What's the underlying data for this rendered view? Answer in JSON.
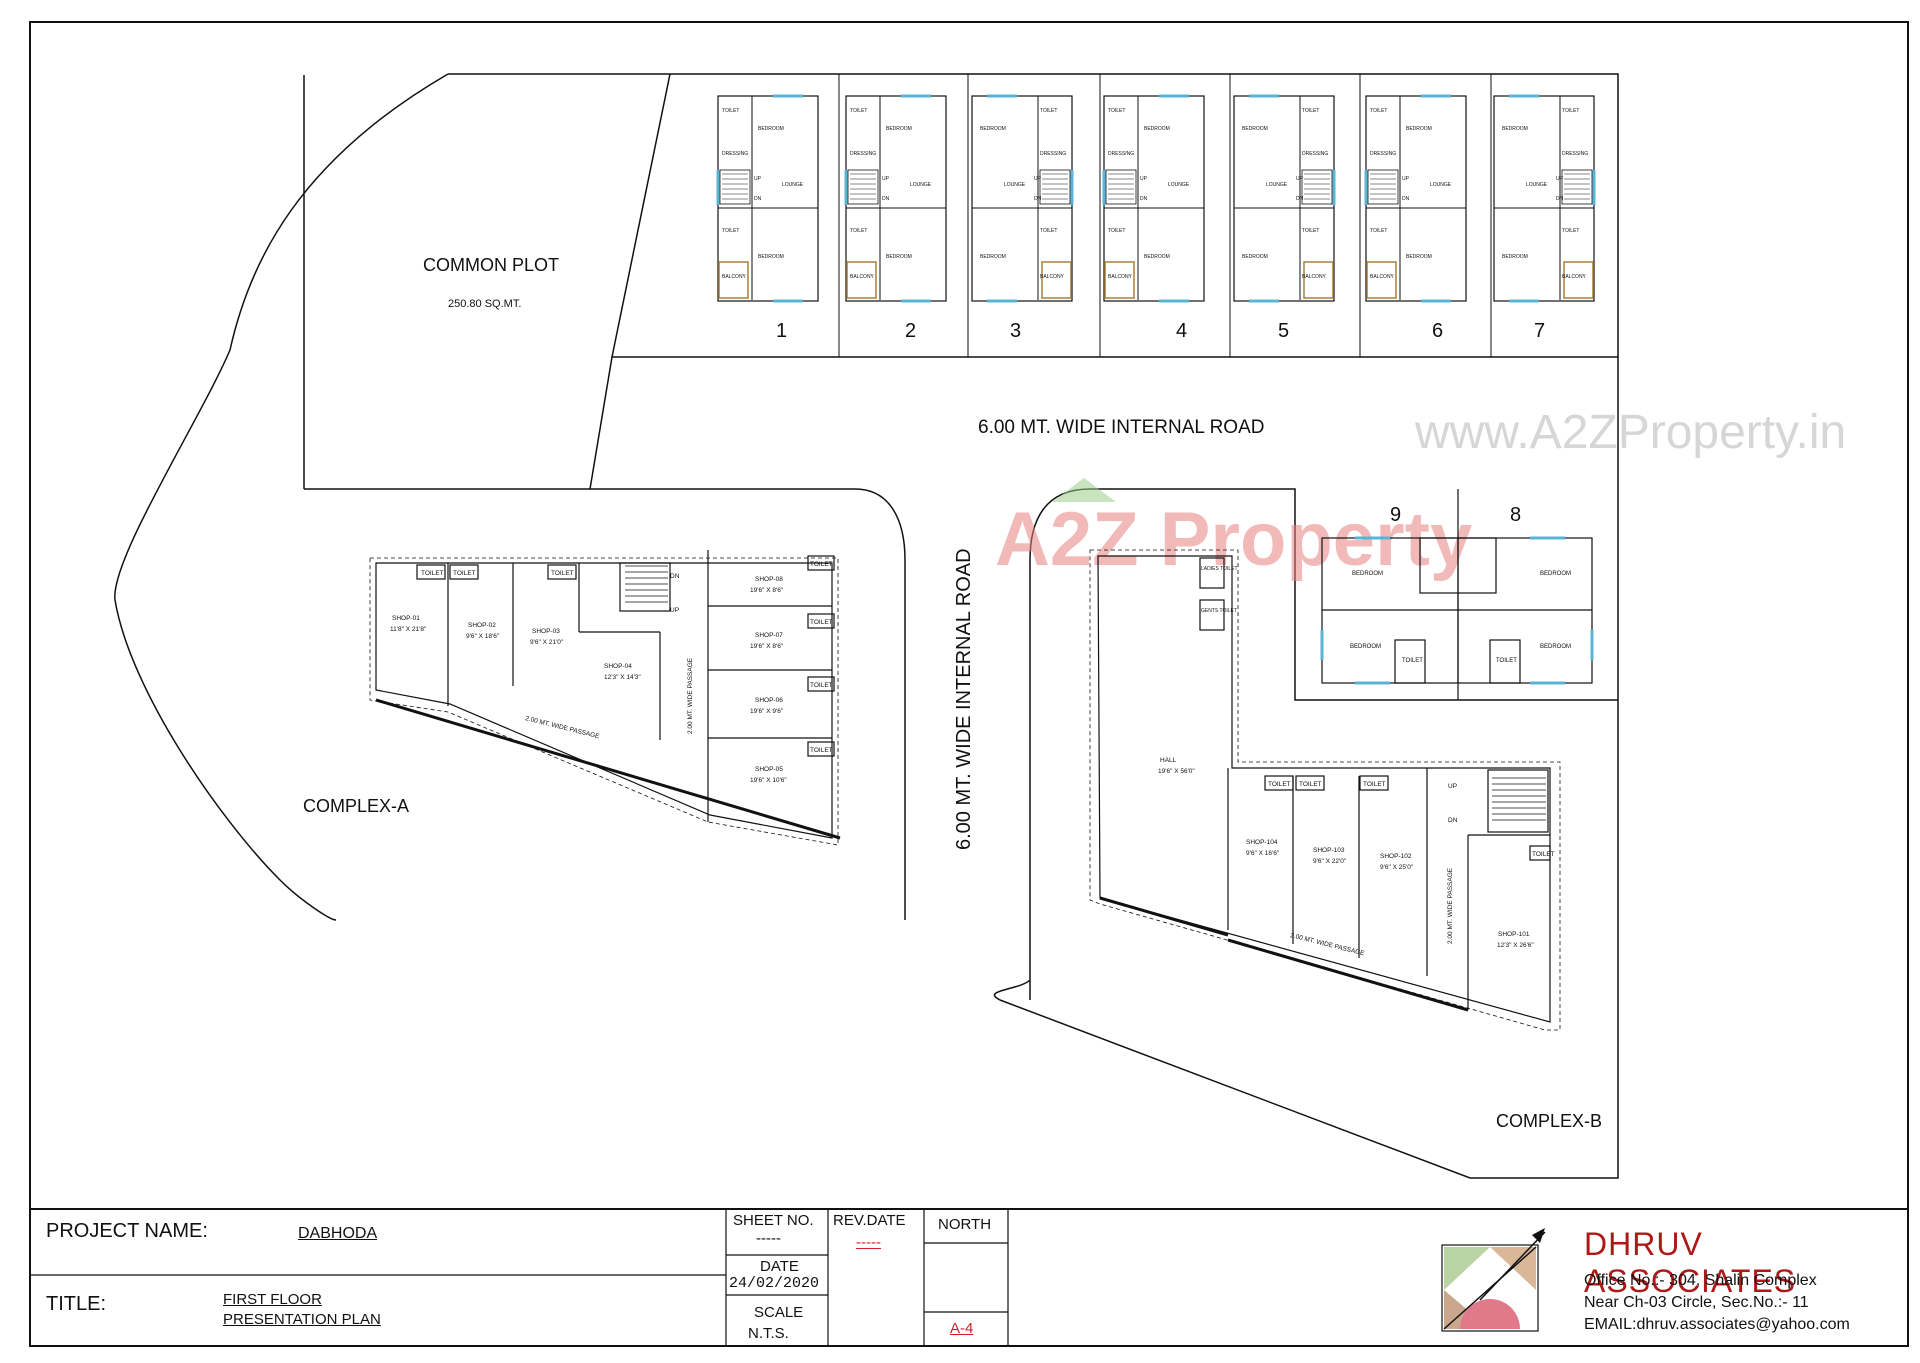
{
  "plan": {
    "common_plot": {
      "title": "COMMON PLOT",
      "area": "250.80 SQ.MT."
    },
    "road_horizontal": "6.00 MT. WIDE INTERNAL ROAD",
    "road_vertical": "6.00 MT. WIDE INTERNAL ROAD",
    "watermark_url": "www.A2ZProperty.in",
    "watermark_logo": "A2Z Property",
    "complex_a": {
      "label": "COMPLEX-A",
      "passage": "2.00 MT. WIDE PASSAGE",
      "passage_vertical": "2.00 MT. WIDE PASSAGE",
      "toilet": "TOILET",
      "dn": "DN",
      "up": "UP",
      "shops": [
        {
          "name": "SHOP-01",
          "size": "11'8\" X 21'8\""
        },
        {
          "name": "SHOP-02",
          "size": "9'6\" X 18'6\""
        },
        {
          "name": "SHOP-03",
          "size": "9'6\" X 21'0\""
        },
        {
          "name": "SHOP-04",
          "size": "12'3\" X 14'3\""
        },
        {
          "name": "SHOP-08",
          "size": "19'6\" X 8'6\""
        },
        {
          "name": "SHOP-07",
          "size": "19'6\" X 8'6\""
        },
        {
          "name": "SHOP-06",
          "size": "19'6\" X 9'6\""
        },
        {
          "name": "SHOP-05",
          "size": "19'6\" X 10'6\""
        }
      ]
    },
    "complex_b": {
      "label": "COMPLEX-B",
      "passage": "2.00 MT. WIDE PASSAGE",
      "passage_vertical": "2.00 MT. WIDE PASSAGE",
      "hall": {
        "name": "HALL",
        "size": "19'6\" X 56'0\""
      },
      "ladies_toilet": "LADIES TOILET",
      "gents_toilet": "GENTS TOILET",
      "toilet": "TOILET",
      "dn": "DN",
      "up": "UP",
      "shops": [
        {
          "name": "SHOP-104",
          "size": "9'6\" X 16'6\""
        },
        {
          "name": "SHOP-103",
          "size": "9'6\" X 22'0\""
        },
        {
          "name": "SHOP-102",
          "size": "9'6\" X 25'0\""
        },
        {
          "name": "SHOP-101",
          "size": "12'3\" X 26'6\""
        }
      ]
    },
    "units_top": [
      "1",
      "2",
      "3",
      "4",
      "5",
      "6",
      "7"
    ],
    "units_right": [
      "9",
      "8"
    ],
    "room_labels": {
      "bedroom": "BEDROOM",
      "toilet": "TOILET",
      "dressing": "DRESSING",
      "lounge": "LOUNGE",
      "balcony": "BALCONY",
      "up": "UP",
      "dn": "DN"
    }
  },
  "title_block": {
    "project_label": "PROJECT NAME:",
    "project_value": "DABHODA",
    "title_label": "TITLE:",
    "title_line1": "FIRST FLOOR",
    "title_line2": "PRESENTATION PLAN",
    "sheet_no_label": "SHEET NO.",
    "sheet_no_value": "-----",
    "rev_date_label": "REV.DATE",
    "rev_date_value": "-----",
    "date_label": "DATE",
    "date_value": "24/02/2020",
    "scale_label": "SCALE",
    "scale_value": "N.T.S.",
    "north_label": "NORTH",
    "sheet_id": "A-4",
    "firm_name": "DHRUV ASSOCIATES",
    "address_line1": "Office No.:- 304, Shalin Complex",
    "address_line2": "Near Ch-03 Circle, Sec.No.:- 11",
    "email": "EMAIL:dhruv.associates@yahoo.com"
  },
  "colors": {
    "line": "#111111",
    "window_cyan": "#5ab4d6",
    "balcony_brown": "#a7803a",
    "watermark_red": "#e88080",
    "watermark_green": "#9ccf8a",
    "watermark_blue": "#8fb8e8",
    "watermark_yellow": "#f1d77c",
    "rev_red": "#d42020"
  }
}
